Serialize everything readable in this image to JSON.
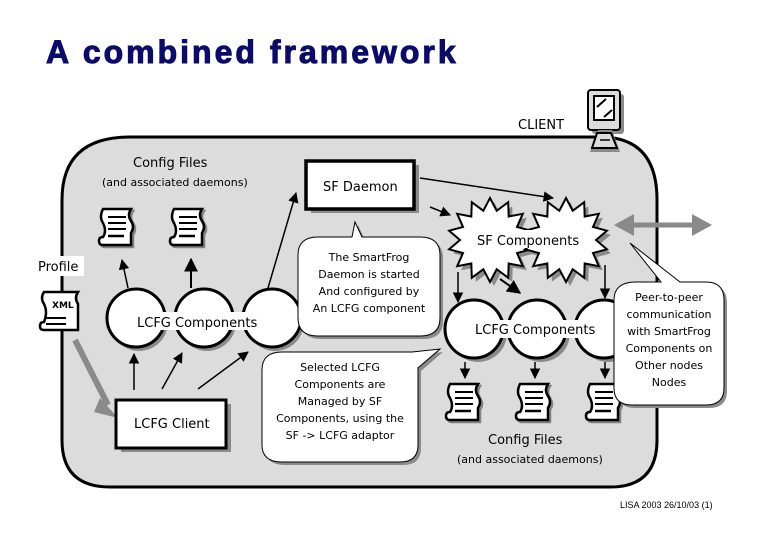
{
  "slide": {
    "title": "A combined framework",
    "footer": "LISA 2003 26/10/03 (1)"
  },
  "colors": {
    "title": "#0b0b6b",
    "container_fill": "#dcdcdc",
    "shadow": "#8a8a8a",
    "gray_arrow": "#8a8a8a"
  },
  "diagram": {
    "client_label": "CLIENT",
    "profile_label": "Profile",
    "xml_label": "XML",
    "config_files_left": {
      "title": "Config Files",
      "subtitle": "(and associated daemons)"
    },
    "config_files_right": {
      "title": "Config Files",
      "subtitle": "(and associated daemons)"
    },
    "sf_daemon": "SF Daemon",
    "sf_components": "SF Components",
    "lcfg_components_left": "LCFG Components",
    "lcfg_components_right": "LCFG Components",
    "lcfg_client": "LCFG Client",
    "callouts": {
      "daemon": [
        "The SmartFrog",
        "Daemon is started",
        "And configured by",
        "An LCFG component"
      ],
      "adaptor": [
        "Selected LCFG",
        "Components are",
        "Managed by SF",
        "Components, using the",
        "SF -> LCFG adaptor"
      ],
      "peer": [
        "Peer-to-peer",
        "communication",
        "with SmartFrog",
        "Components on",
        "Other nodes",
        "Nodes"
      ]
    }
  }
}
